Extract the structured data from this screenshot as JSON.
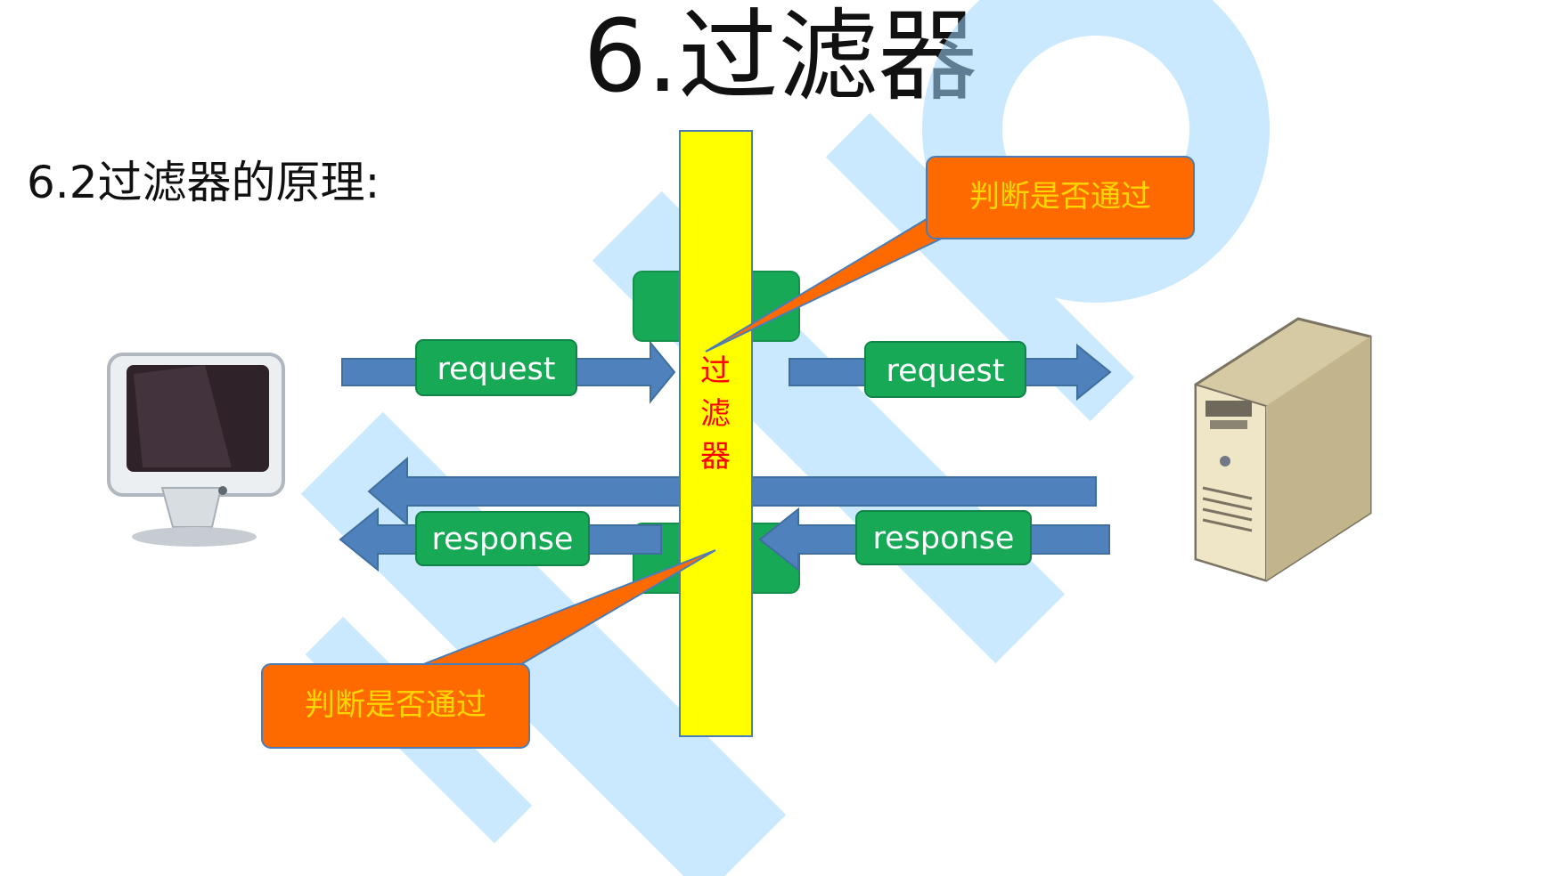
{
  "title": "6.过滤器",
  "subtitle": "6.2过滤器的原理:",
  "diagram": {
    "filter_label": "过滤器",
    "request_left_label": "request",
    "request_right_label": "request",
    "response_left_label": "response",
    "response_right_label": "response",
    "callout_top_label": "判断是否通过",
    "callout_bottom_label": "判断是否通过",
    "client_icon": "computer-monitor-icon",
    "server_icon": "server-tower-icon"
  },
  "colors": {
    "arrow_blue": "#4f81bd",
    "label_green": "#18a957",
    "filter_yellow": "#ffff00",
    "callout_orange": "#ff6a00",
    "callout_text": "#ffd700",
    "filter_text": "#ff0000",
    "watermark": "#9fd8ff"
  }
}
